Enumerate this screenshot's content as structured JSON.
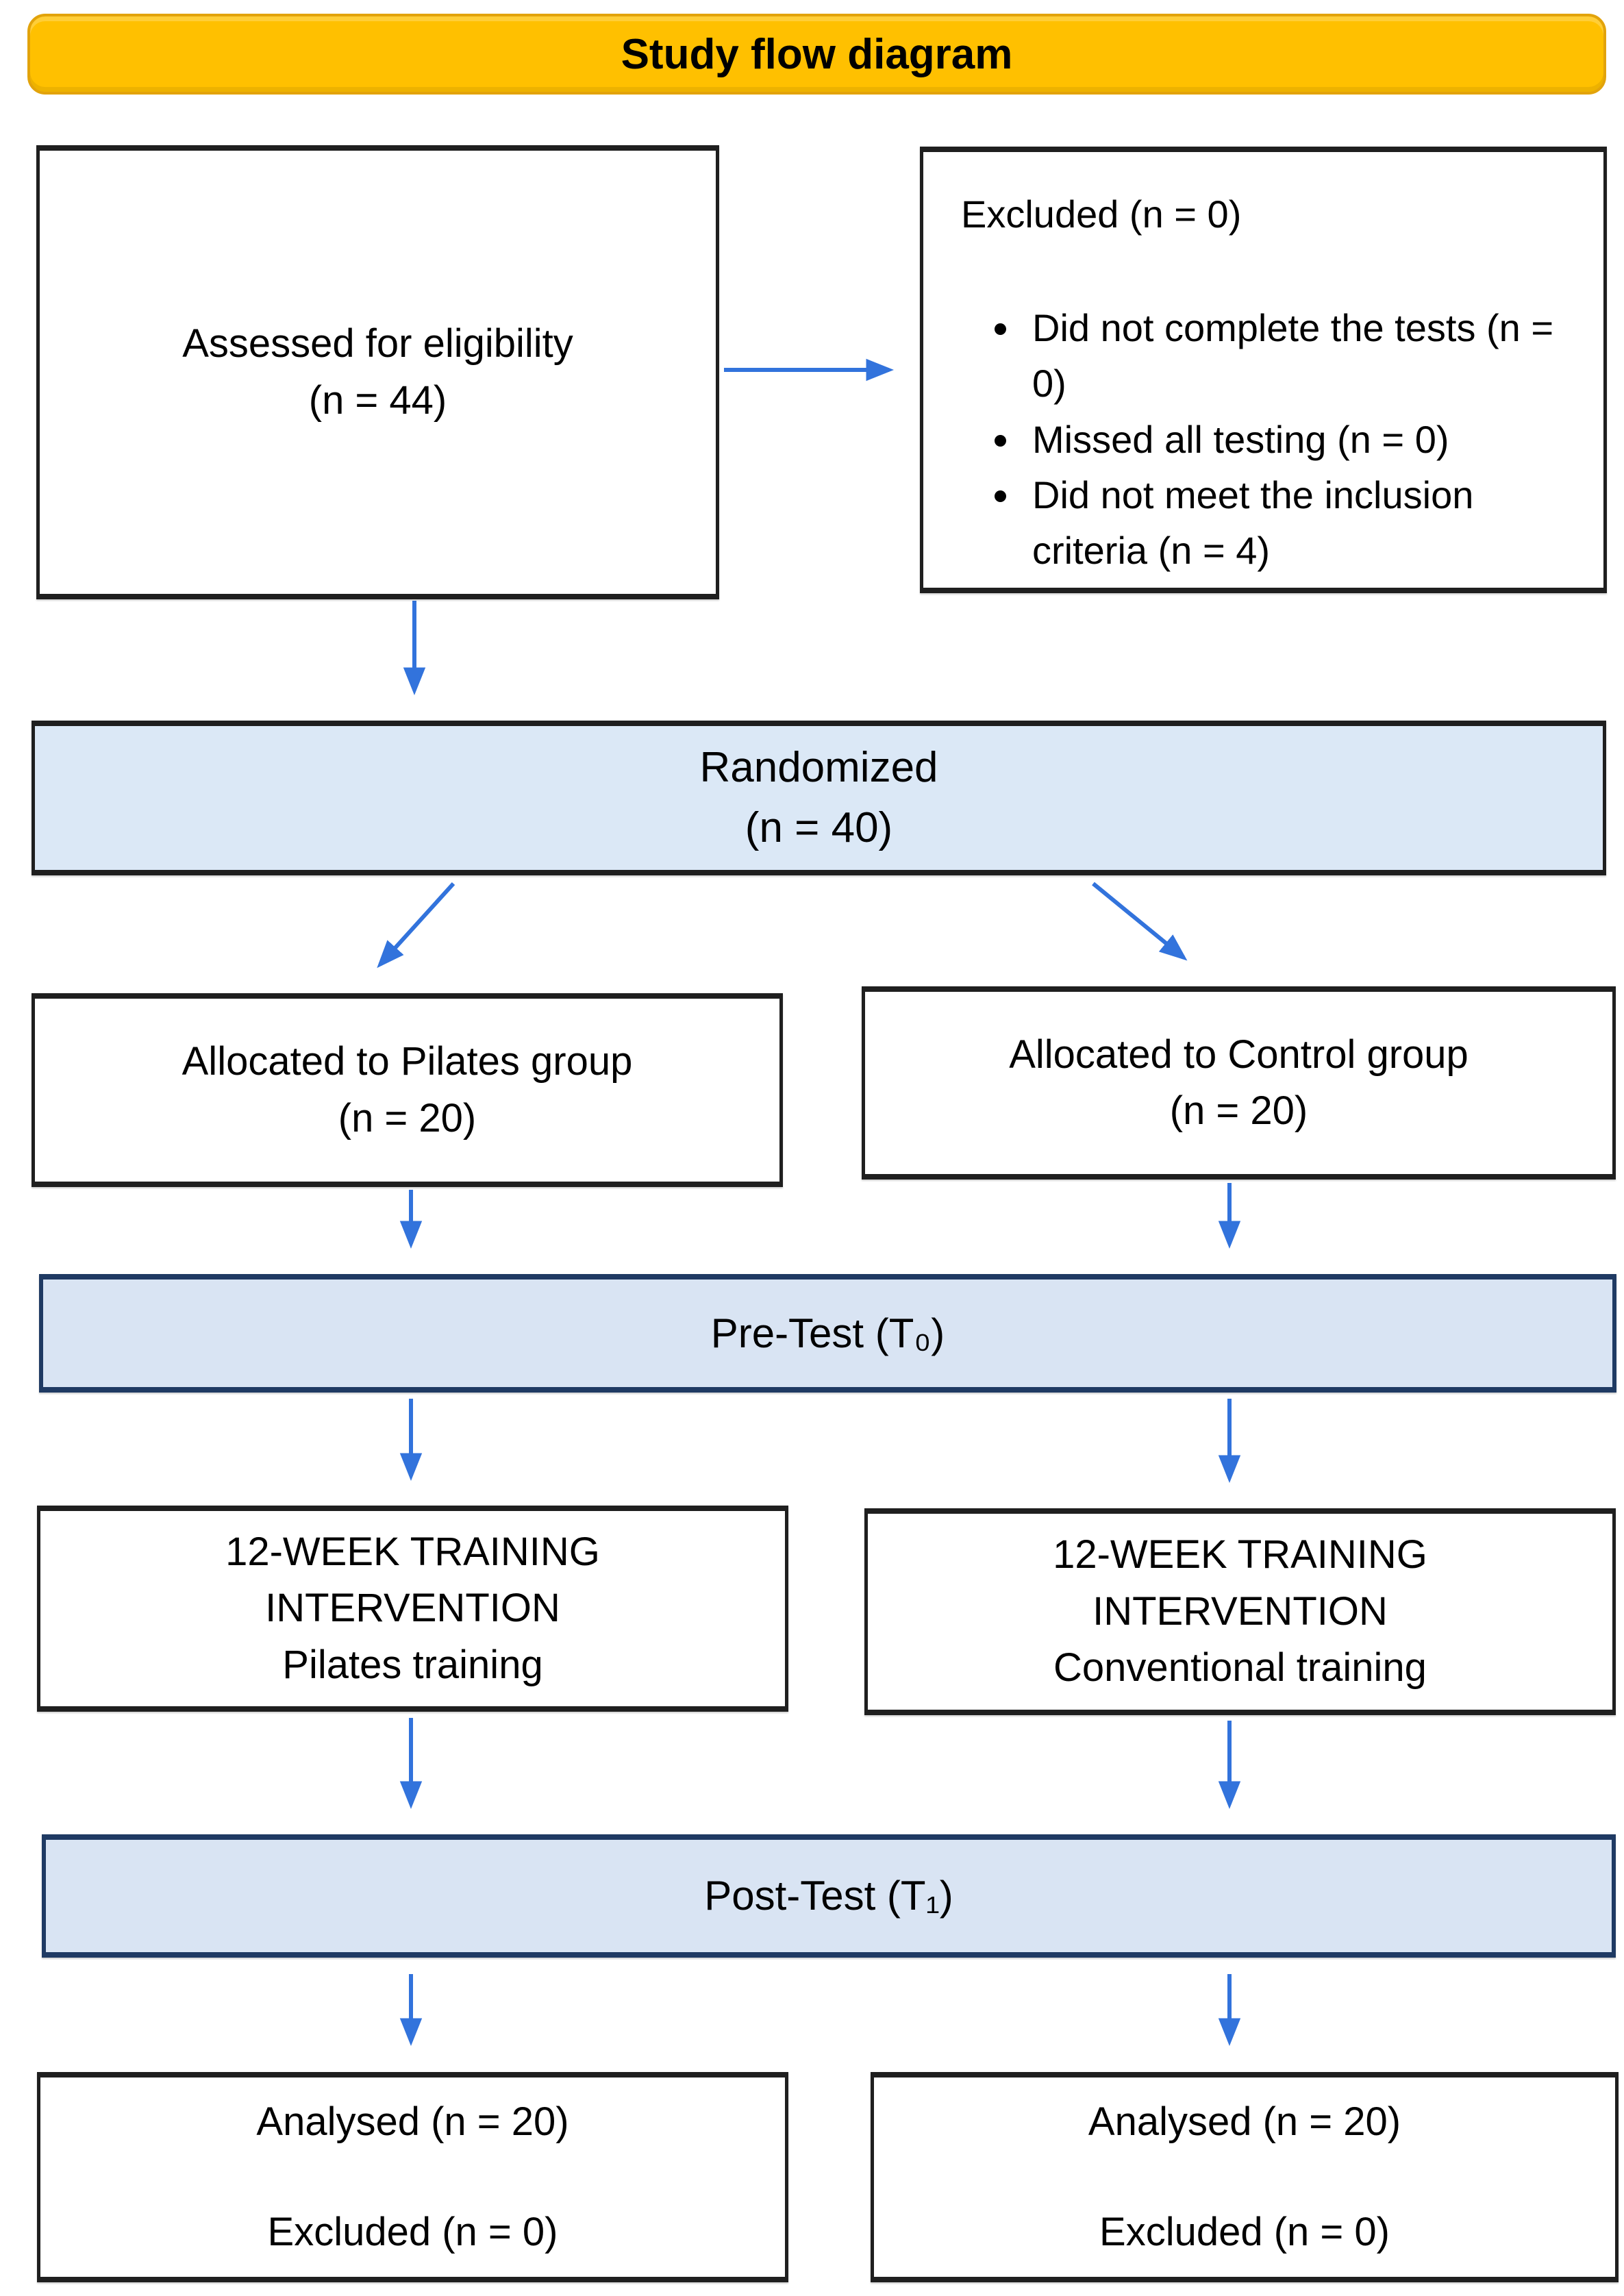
{
  "colors": {
    "page_bg": "#FFFFFF",
    "banner_fill": "#FFC000",
    "banner_border": "#E2A30B",
    "box_border": "#1F1F1F",
    "light_blue_fill": "#DBE8F6",
    "navy_border": "#1F3A63",
    "navy_fill": "#D9E4F3",
    "arrow_blue": "#3273DC",
    "text_color": "#000000"
  },
  "banner": {
    "title": "Study flow diagram"
  },
  "nodes": {
    "assessed": {
      "line1": "Assessed for eligibility",
      "line2": "(n = 44)"
    },
    "excluded": {
      "title": "Excluded (n = 0)",
      "bullets": [
        "Did not complete the tests (n = 0)",
        "Missed all testing (n = 0)",
        "Did not meet the inclusion criteria (n = 4)"
      ]
    },
    "randomized": {
      "line1": "Randomized",
      "line2": "(n = 40)"
    },
    "alloc_pilates": {
      "line1": "Allocated to Pilates group",
      "line2": "(n = 20)"
    },
    "alloc_control": {
      "line1": "Allocated to Control group",
      "line2": "(n = 20)"
    },
    "pretest": {
      "label": "Pre-Test (T₀)"
    },
    "training_pilates": {
      "line1": "12-WEEK TRAINING",
      "line2": "INTERVENTION",
      "line3": "Pilates training"
    },
    "training_control": {
      "line1": "12-WEEK TRAINING",
      "line2": "INTERVENTION",
      "line3": "Conventional training"
    },
    "posttest": {
      "label": "Post-Test (T₁)"
    },
    "analysed_pilates": {
      "line1": "Analysed (n = 20)",
      "line2": "Excluded (n = 0)"
    },
    "analysed_control": {
      "line1": "Analysed (n = 20)",
      "line2": "Excluded (n = 0)"
    }
  }
}
